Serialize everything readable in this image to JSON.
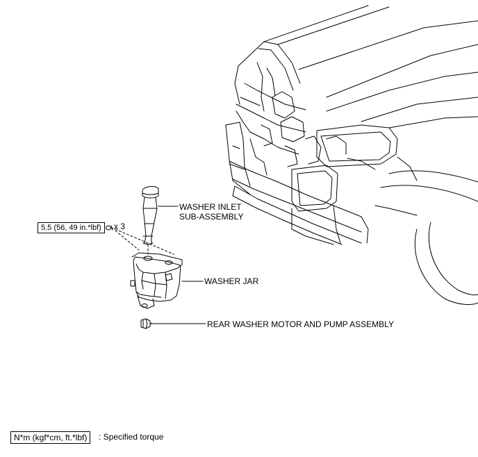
{
  "parts": {
    "washer_inlet_line1": "WASHER INLET",
    "washer_inlet_line2": "SUB-ASSEMBLY",
    "washer_jar": "WASHER JAR",
    "rear_washer_motor": "REAR WASHER MOTOR AND PUMP ASSEMBLY"
  },
  "torque": {
    "value": "5.5 (56, 49 in.*lbf)",
    "quantity": "x 3"
  },
  "legend": {
    "unit_box": "N*m (kgf*cm, ft.*lbf)",
    "description": ": Specified torque"
  }
}
